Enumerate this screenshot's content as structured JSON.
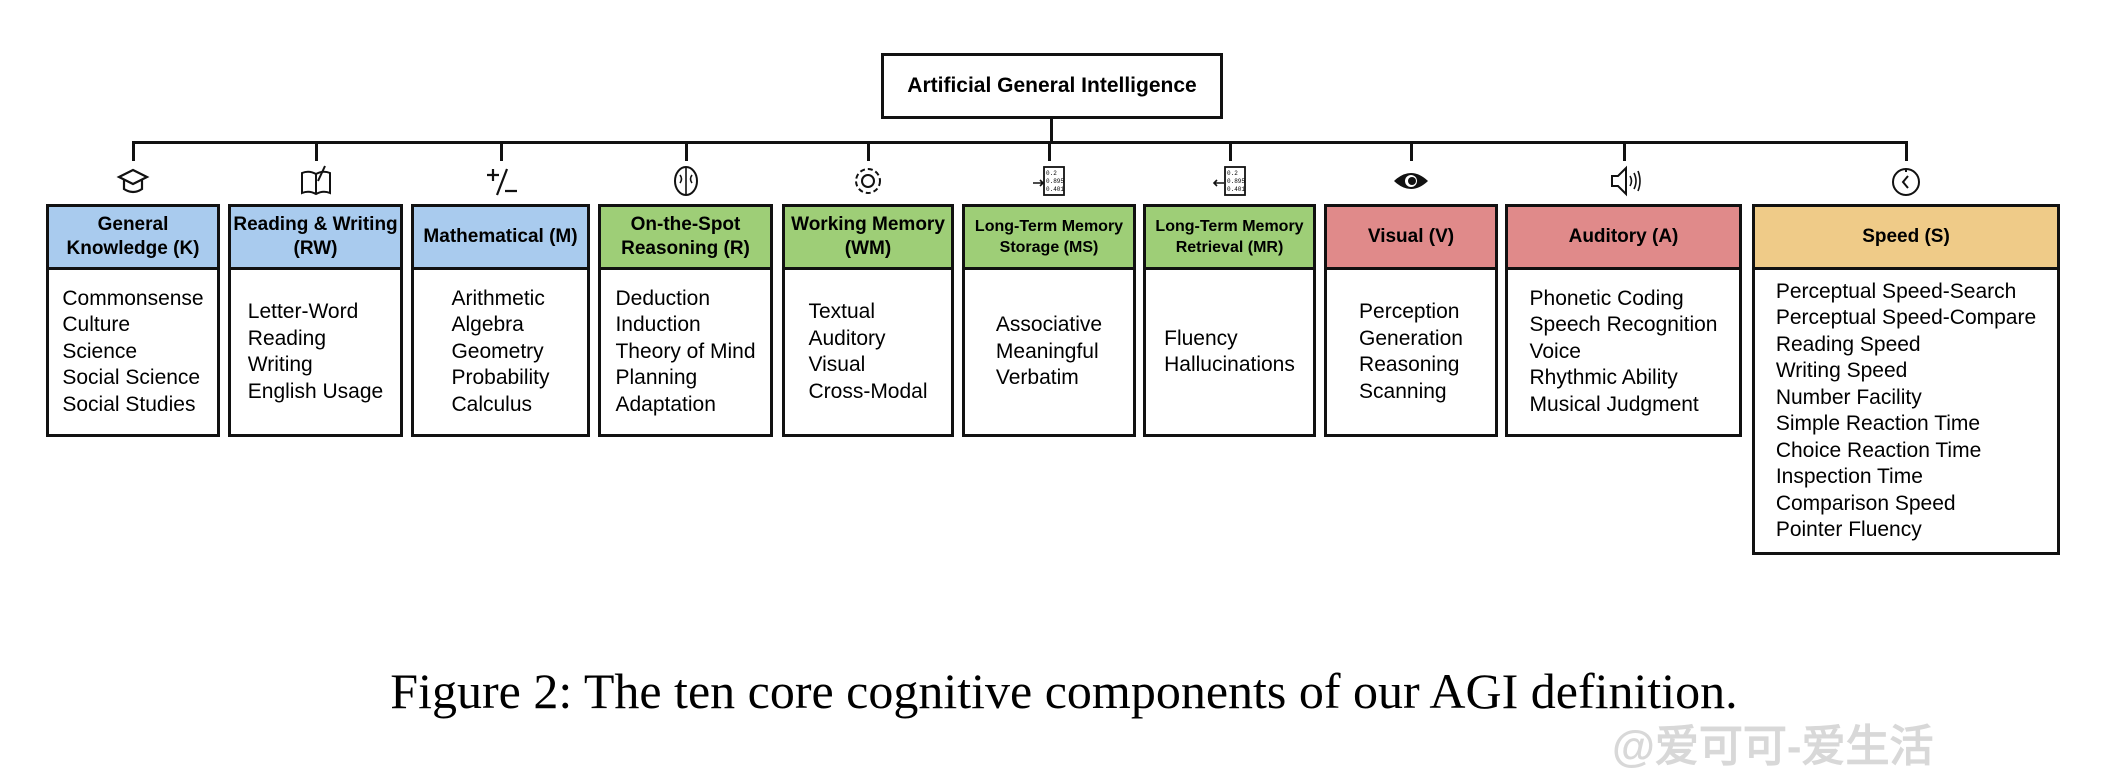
{
  "root": {
    "label": "Artificial General Intelligence"
  },
  "colors": {
    "blue": "#a9cbee",
    "green": "#9ece77",
    "red": "#e08a8a",
    "yellow": "#efcb88"
  },
  "components": [
    {
      "title": "General Knowledge (K)",
      "color": "blue",
      "icon": "graduation-cap-icon",
      "items": [
        "Commonsense",
        "Culture",
        "Science",
        "Social Science",
        "Social Studies"
      ]
    },
    {
      "title": "Reading & Writing (RW)",
      "color": "blue",
      "icon": "book-pen-icon",
      "items": [
        "Letter-Word",
        "Reading",
        "Writing",
        "English Usage"
      ]
    },
    {
      "title": "Mathematical (M)",
      "color": "blue",
      "icon": "plus-minus-icon",
      "items": [
        "Arithmetic",
        "Algebra",
        "Geometry",
        "Probability",
        "Calculus"
      ]
    },
    {
      "title": "On-the-Spot Reasoning (R)",
      "color": "green",
      "icon": "brain-icon",
      "items": [
        "Deduction",
        "Induction",
        "Theory of Mind",
        "Planning",
        "Adaptation"
      ]
    },
    {
      "title": "Working Memory (WM)",
      "color": "green",
      "icon": "gear-icon",
      "items": [
        "Textual",
        "Auditory",
        "Visual",
        "Cross-Modal"
      ]
    },
    {
      "title": "Long-Term Memory Storage (MS)",
      "color": "green",
      "icon": "data-store-icon",
      "items": [
        "Associative",
        "Meaningful",
        "Verbatim"
      ]
    },
    {
      "title": "Long-Term Memory Retrieval (MR)",
      "color": "green",
      "icon": "data-retrieve-icon",
      "items": [
        "Fluency",
        "Hallucinations"
      ]
    },
    {
      "title": "Visual (V)",
      "color": "red",
      "icon": "eye-icon",
      "items": [
        "Perception",
        "Generation",
        "Reasoning",
        "Scanning"
      ]
    },
    {
      "title": "Auditory (A)",
      "color": "red",
      "icon": "speaker-icon",
      "items": [
        "Phonetic Coding",
        "Speech Recognition",
        "Voice",
        "Rhythmic Ability",
        "Musical Judgment"
      ]
    },
    {
      "title": "Speed (S)",
      "color": "yellow",
      "icon": "clock-icon",
      "items": [
        "Perceptual Speed-Search",
        "Perceptual Speed-Compare",
        "Reading Speed",
        "Writing Speed",
        "Number Facility",
        "Simple Reaction Time",
        "Choice Reaction Time",
        "Inspection Time",
        "Comparison Speed",
        "Pointer Fluency"
      ]
    }
  ],
  "icon_texts": {
    "values": [
      "0.2",
      "0.895",
      "0.401"
    ]
  },
  "caption": "Figure 2: The ten core cognitive components of our AGI definition.",
  "watermark": "@爱可可-爱生活"
}
